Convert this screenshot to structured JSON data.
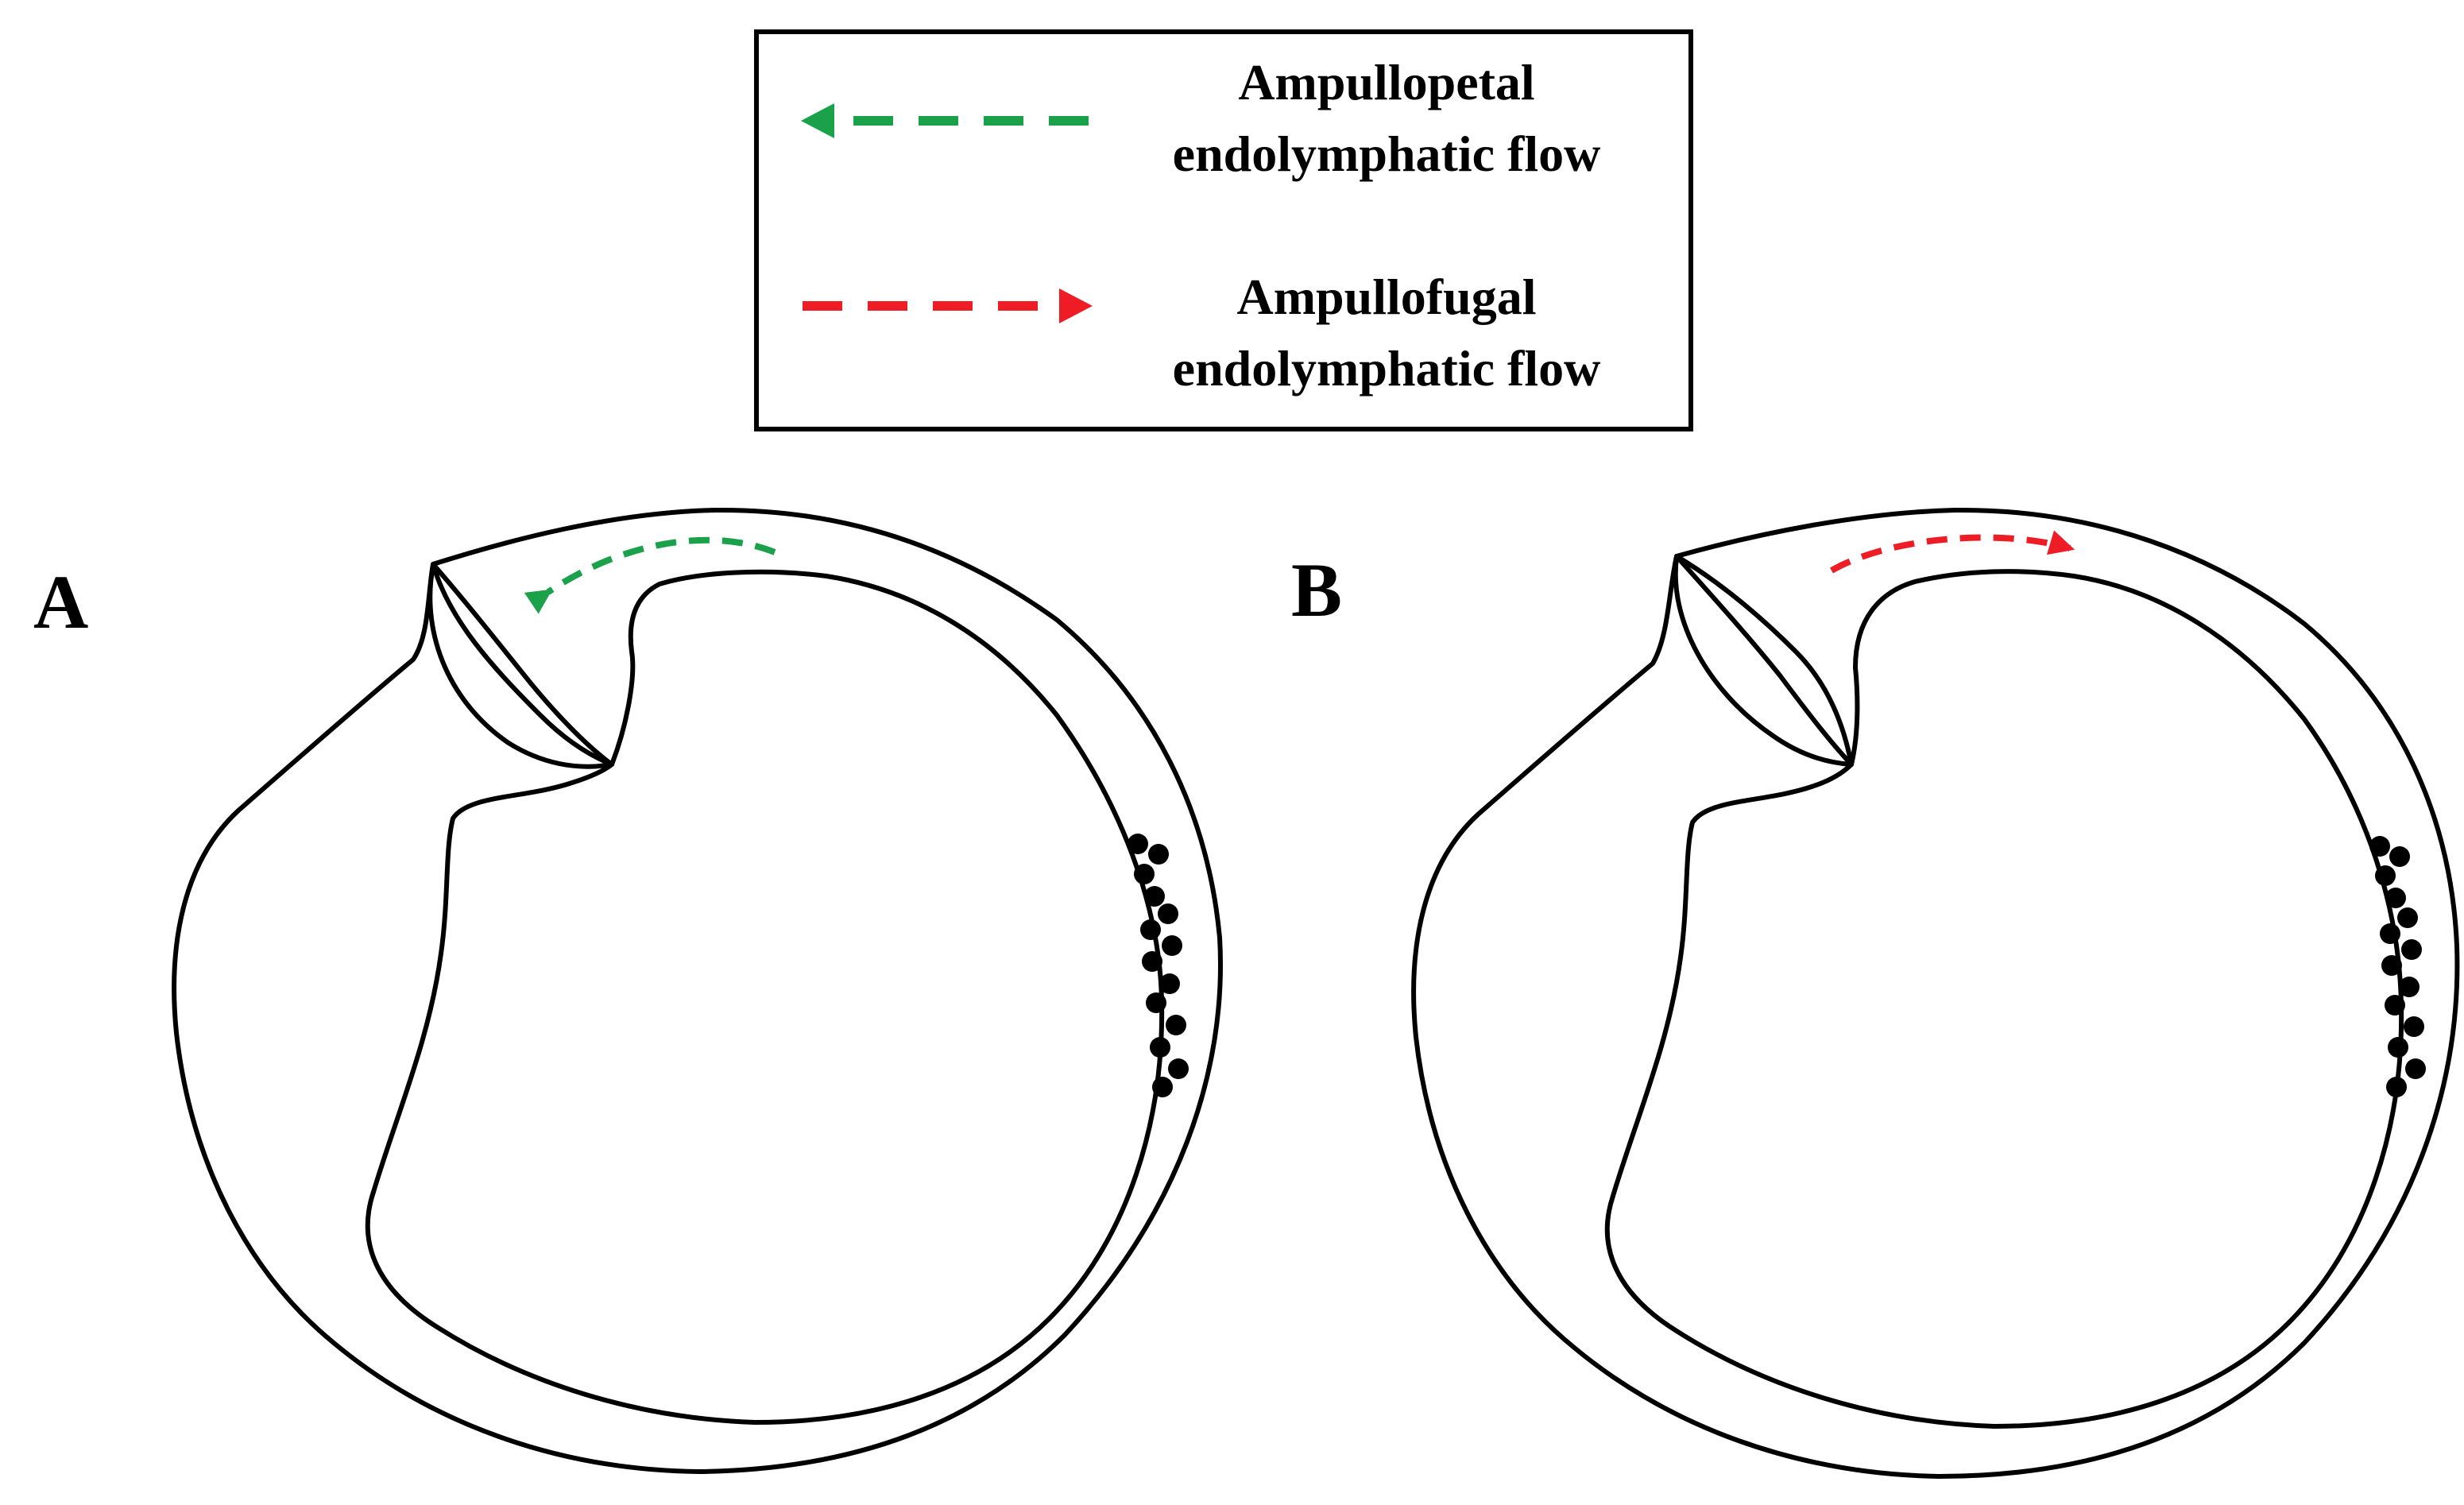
{
  "legend": {
    "items": [
      {
        "line1": "Ampullopetal",
        "line2": "endolymphatic flow",
        "color": "#1aa14a",
        "arrow_direction": "left"
      },
      {
        "line1": "Ampullofugal",
        "line2": "endolymphatic flow",
        "color": "#ee1c24",
        "arrow_direction": "right"
      }
    ]
  },
  "panels": [
    {
      "label": "A",
      "flow": "ampullopetal",
      "arrow_color": "#1aa14a",
      "otoconia_count": 14
    },
    {
      "label": "B",
      "flow": "ampullofugal",
      "arrow_color": "#ee1c24",
      "otoconia_count": 14
    }
  ],
  "colors": {
    "outline": "#000000",
    "background": "#ffffff",
    "otoconia": "#000000"
  }
}
